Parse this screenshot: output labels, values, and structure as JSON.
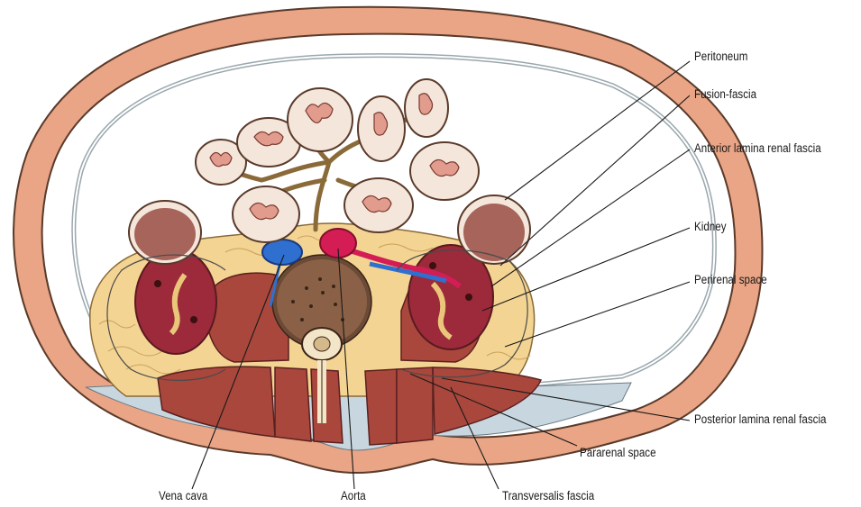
{
  "labels": {
    "peritoneum": "Peritoneum",
    "fusion_fascia": "Fusion-fascia",
    "anterior_lamina": "Anterior lamina renal fascia",
    "kidney": "Kidney",
    "perirenal_space": "Perirenal space",
    "posterior_lamina": "Posterior lamina renal fascia",
    "pararenal_space": "Pararenal space",
    "vena_cava": "Vena cava",
    "aorta": "Aorta",
    "transversalis_fascia": "Transversalis fascia"
  },
  "colors": {
    "skin": "#e9a585",
    "skin_outline": "#5a3a2a",
    "peritoneum_line": "#9aa7ad",
    "fat": "#f3d493",
    "kidney": "#9c2a3a",
    "muscle": "#a9473c",
    "muscle_dark": "#7a2d28",
    "vena_cava": "#2f6fd0",
    "aorta": "#d51d55",
    "bowel_wall": "#f4e6db",
    "bowel_lumen": "#e29c8d",
    "colon": "#a6645a",
    "fascia_blue": "#c8d7df",
    "vertebra": "#6b4a36"
  }
}
